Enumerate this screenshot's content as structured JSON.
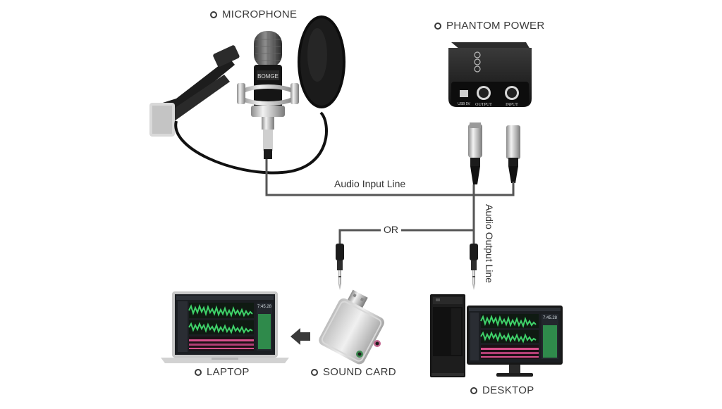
{
  "labels": {
    "microphone": "MICROPHONE",
    "phantom_power": "PHANTOM POWER",
    "laptop": "LAPTOP",
    "sound_card": "SOUND CARD",
    "desktop": "DESKTOP"
  },
  "connections": {
    "audio_input_line": "Audio Input Line",
    "audio_output_line": "Audio Output Line",
    "or": "OR"
  },
  "device_text": {
    "usb": "USB 5V",
    "output": "OUTPUT",
    "input": "INPUT",
    "mic_brand": "BOMGE",
    "screen_time_laptop": "7:45.28",
    "screen_time_desktop": "7:45.28"
  },
  "colors": {
    "line": "#555555",
    "text": "#3a3a3a",
    "device_dark": "#1a1a1a",
    "waveform_green": "#3fd36a",
    "waveform_pink": "#d8508c"
  }
}
